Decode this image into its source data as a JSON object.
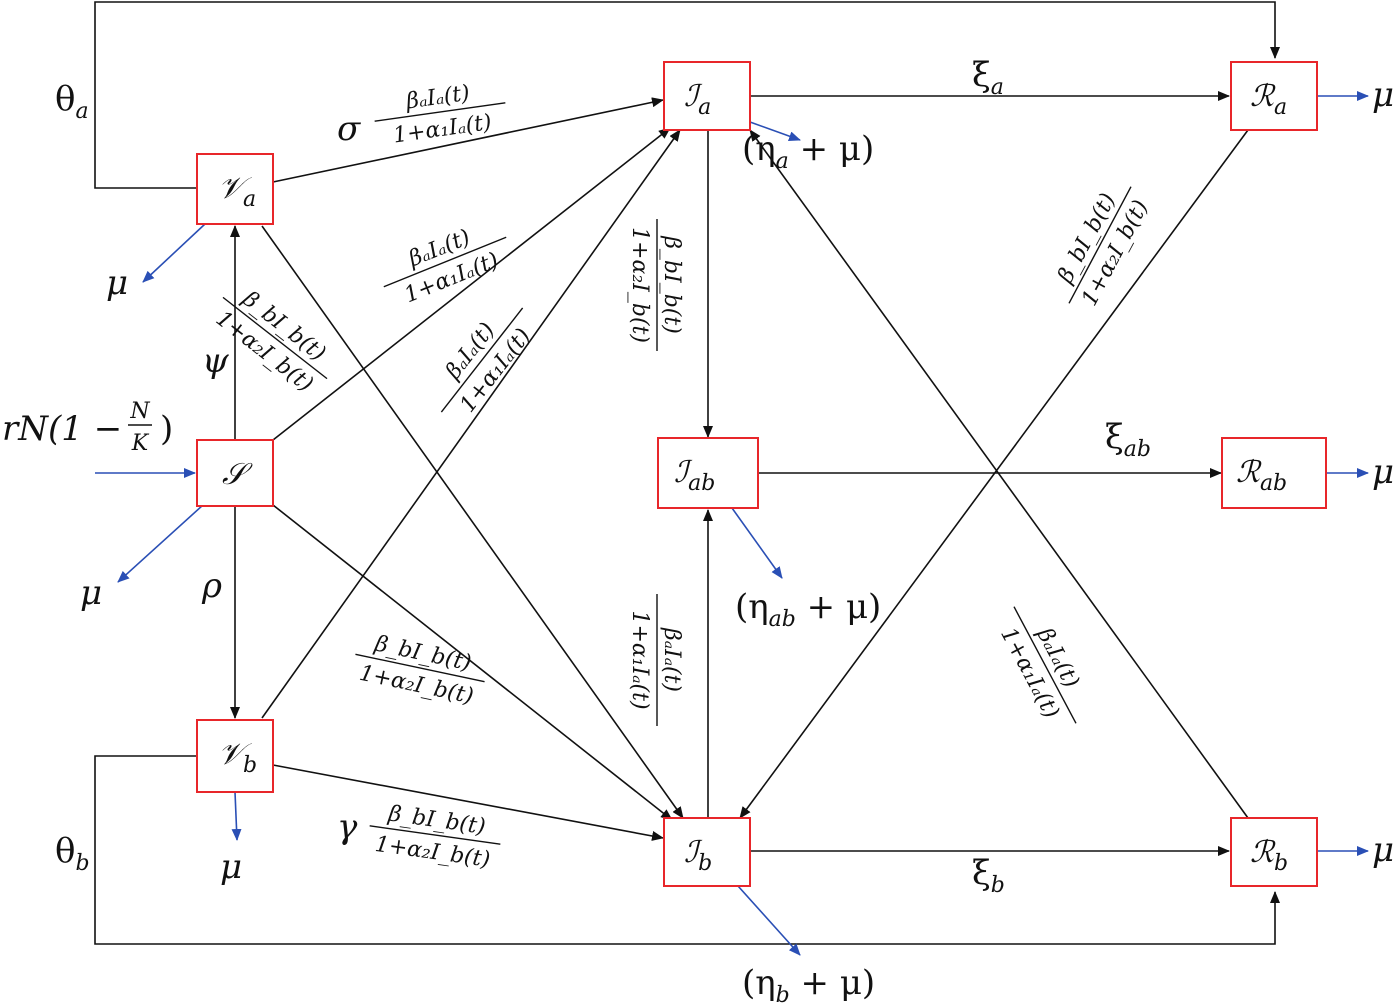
{
  "nodes": {
    "Va": {
      "main": "𝒱",
      "sub": "a"
    },
    "S": {
      "main": "𝒮",
      "sub": ""
    },
    "Vb": {
      "main": "𝒱",
      "sub": "b"
    },
    "Ia": {
      "main": "ℐ",
      "sub": "a"
    },
    "Iab": {
      "main": "ℐ",
      "sub": "ab"
    },
    "Ib": {
      "main": "ℐ",
      "sub": "b"
    },
    "Ra": {
      "main": "ℛ",
      "sub": "a"
    },
    "Rab": {
      "main": "ℛ",
      "sub": "ab"
    },
    "Rb": {
      "main": "ℛ",
      "sub": "b"
    }
  },
  "labels": {
    "theta_a": {
      "main": "θ",
      "sub": "a"
    },
    "theta_b": {
      "main": "θ",
      "sub": "b"
    },
    "psi": "ψ",
    "rho": "ρ",
    "sigma": "σ",
    "gamma": "γ",
    "mu": "μ",
    "xi_a": {
      "main": "ξ",
      "sub": "a"
    },
    "xi_ab": {
      "main": "ξ",
      "sub": "ab"
    },
    "xi_b": {
      "main": "ξ",
      "sub": "b"
    },
    "eta_a_mu": {
      "open": "(η",
      "sub": "a",
      "rest": " + μ)"
    },
    "eta_ab_mu": {
      "open": "(η",
      "sub": "ab",
      "rest": " + μ)"
    },
    "eta_b_mu": {
      "open": "(η",
      "sub": "b",
      "rest": " + μ)"
    },
    "recruitment": {
      "lead": "rN(1 − ",
      "num": "N",
      "den": "K",
      "tail": ")"
    }
  },
  "fractions": {
    "frac_a": {
      "num": "βₐIₐ(t)",
      "den": "1+α₁Iₐ(t)"
    },
    "frac_b": {
      "num": "β_bI_b(t)",
      "den": "1+α₂I_b(t)"
    }
  },
  "colors": {
    "box_stroke": "#e8262a",
    "blue_arrow": "#2a4fb5",
    "black": "#111111"
  }
}
